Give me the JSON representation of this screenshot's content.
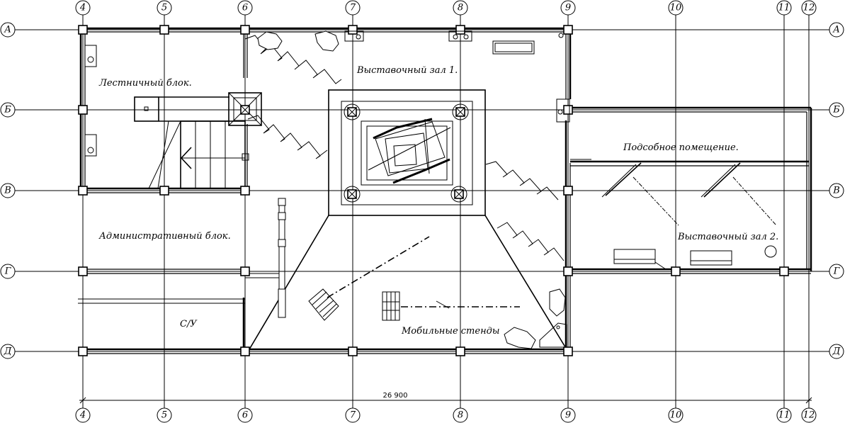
{
  "grid": {
    "columns": [
      "4",
      "5",
      "6",
      "7",
      "8",
      "9",
      "10",
      "11",
      "12"
    ],
    "rows": [
      "А",
      "Б",
      "В",
      "Г",
      "Д"
    ]
  },
  "rooms": {
    "stair_block": "Лестничный блок.",
    "hall_1": "Выставочный зал 1.",
    "utility_room": "Подсобное помещение.",
    "admin_block": "Административный блок.",
    "hall_2": "Выставочный зал 2.",
    "wc": "С/У",
    "mobile_stands": "Мобильные стенды"
  },
  "dimension": {
    "overall_width": "26 900"
  }
}
